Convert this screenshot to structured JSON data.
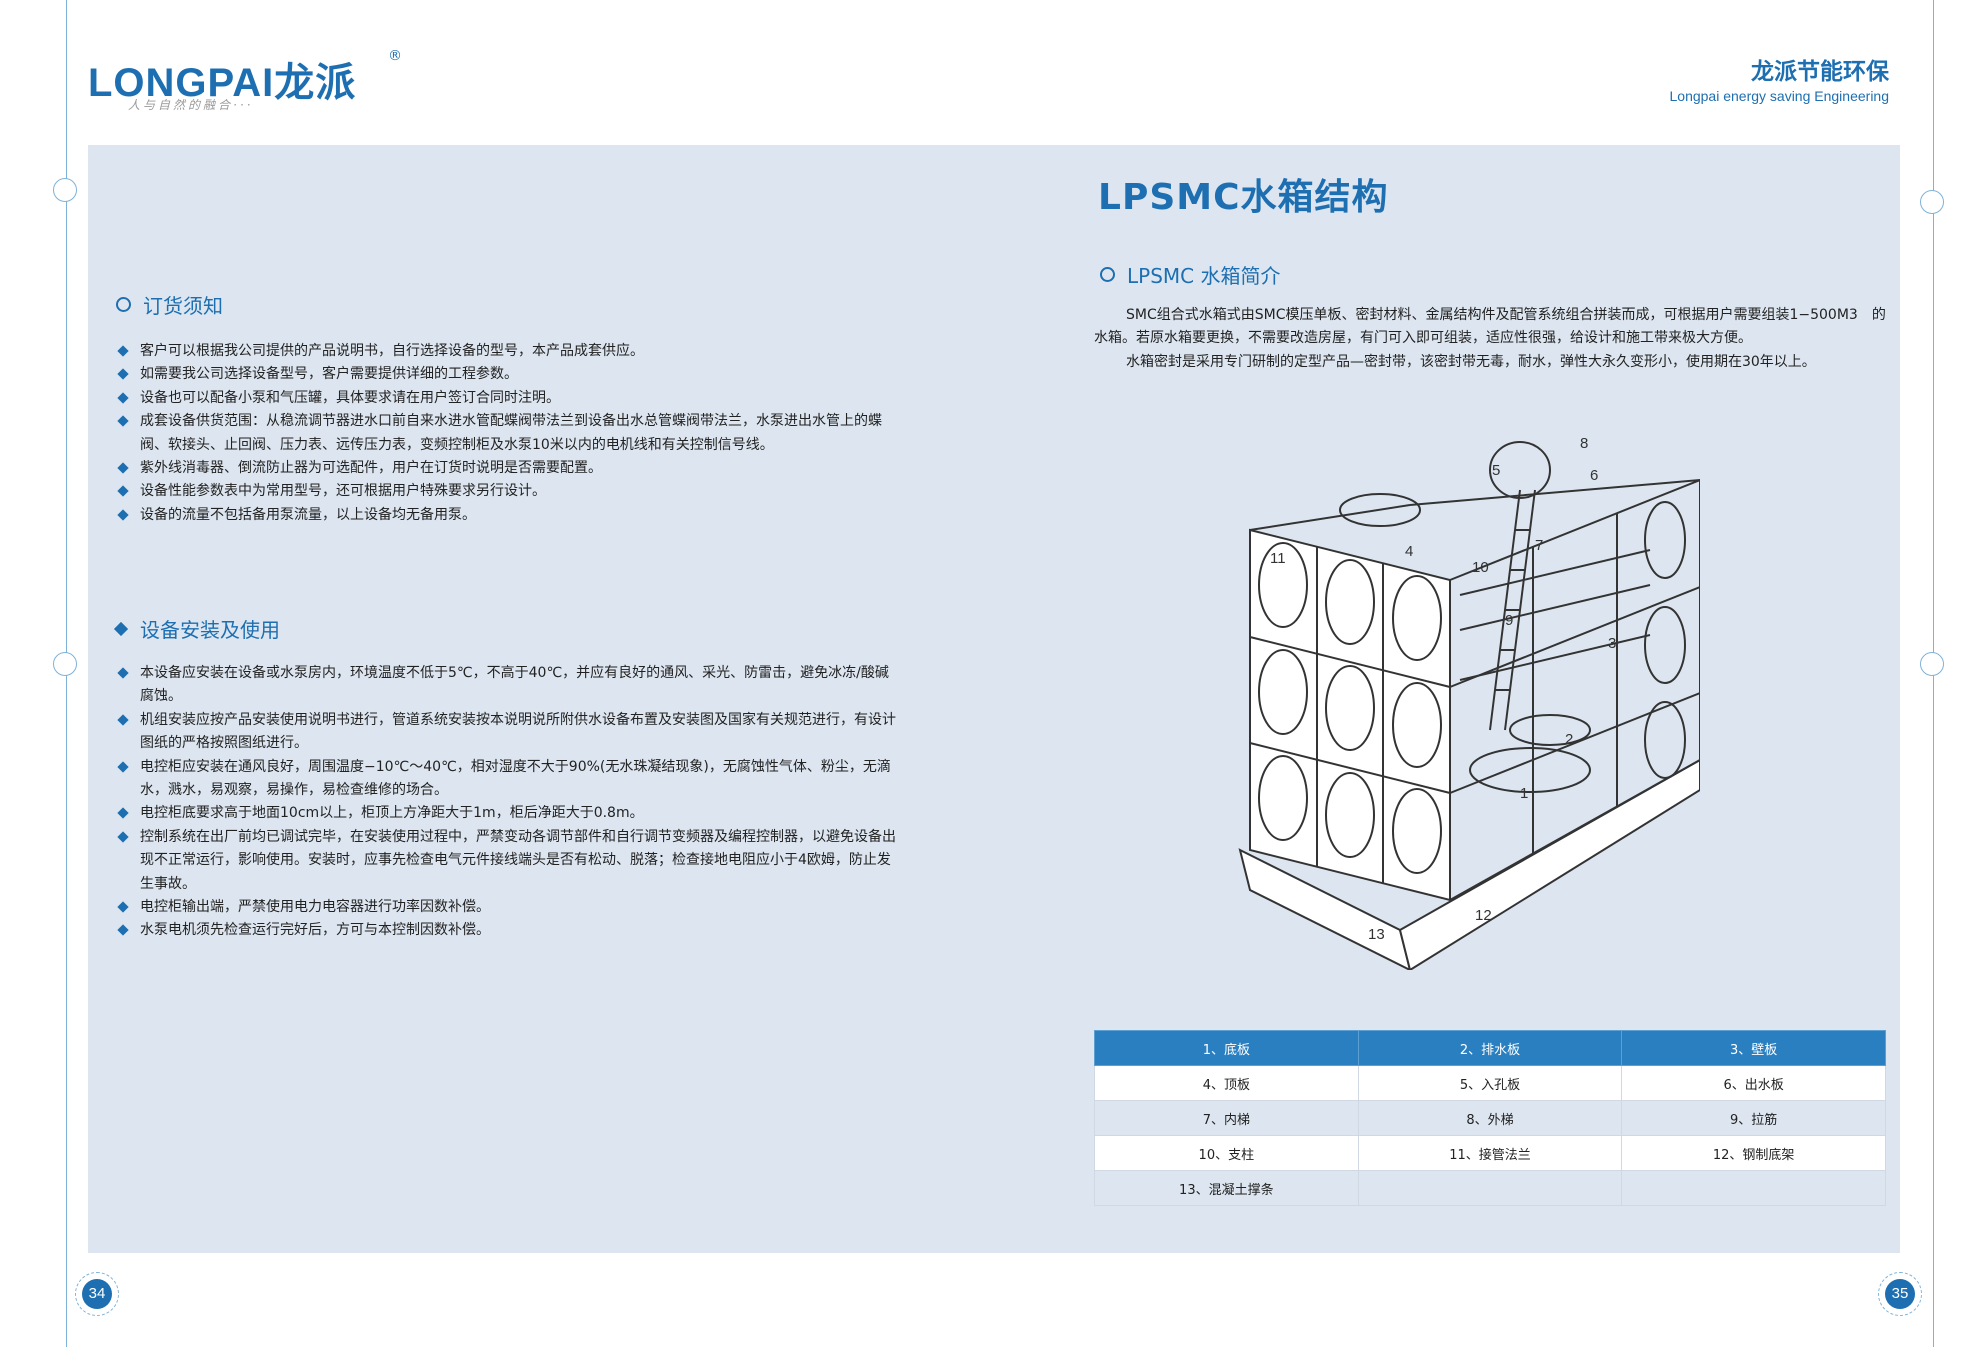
{
  "header": {
    "logo_text": "LONGPAI龙派",
    "logo_reg": "®",
    "slogan": "人与自然的融合···",
    "brand_cn": "龙派节能环保",
    "brand_en": "Longpai energy saving Engineering"
  },
  "left": {
    "ordering": {
      "title": "订货须知",
      "items": [
        "客户可以根据我公司提供的产品说明书，自行选择设备的型号，本产品成套供应。",
        "如需要我公司选择设备型号，客户需要提供详细的工程参数。",
        "设备也可以配备小泵和气压罐，具体要求请在用户签订合同时注明。",
        "成套设备供货范围：从稳流调节器进水口前自来水进水管配蝶阀带法兰到设备出水总管蝶阀带法兰，水泵进出水管上的蝶阀、软接头、止回阀、压力表、远传压力表，变频控制柜及水泵10米以内的电机线和有关控制信号线。",
        "紫外线消毒器、倒流防止器为可选配件，用户在订货时说明是否需要配置。",
        "设备性能参数表中为常用型号，还可根据用户特殊要求另行设计。",
        "设备的流量不包括备用泵流量，以上设备均无备用泵。"
      ]
    },
    "install": {
      "title": "设备安装及使用",
      "items": [
        "本设备应安装在设备或水泵房内，环境温度不低于5℃，不高于40℃，并应有良好的通风、采光、防雷击，避免冰冻/酸碱腐蚀。",
        "机组安装应按产品安装使用说明书进行，管道系统安装按本说明说所附供水设备布置及安装图及国家有关规范进行，有设计图纸的严格按照图纸进行。",
        "电控柜应安装在通风良好，周围温度−10℃～40℃，相对湿度不大于90%(无水珠凝结现象)，无腐蚀性气体、粉尘，无滴水，溅水，易观察，易操作，易检查维修的场合。",
        "电控柜底要求高于地面10cm以上，柜顶上方净距大于1m，柜后净距大于0.8m。",
        "控制系统在出厂前均已调试完毕，在安装使用过程中，严禁变动各调节部件和自行调节变频器及编程控制器，以避免设备出现不正常运行，影响使用。安装时，应事先检查电气元件接线端头是否有松动、脱落；检查接地电阻应小于4欧姆，防止发生事故。",
        "电控柜输出端，严禁使用电力电容器进行功率因数补偿。",
        "水泵电机须先检查运行完好后，方可与本控制因数补偿。"
      ]
    }
  },
  "right": {
    "title": "LPSMC水箱结构",
    "intro_title": "LPSMC 水箱简介",
    "intro_paragraphs": [
      "SMC组合式水箱式由SMC模压单板、密封材料、金属结构件及配管系统组合拼装而成，可根据用户需要组装1−500M3　的水箱。若原水箱要更换，不需要改造房屋，有门可入即可组装，适应性很强，给设计和施工带来极大方便。",
      "水箱密封是采用专门研制的定型产品—密封带，该密封带无毒，耐水，弹性大永久变形小，使用期在30年以上。"
    ],
    "diagram_labels": [
      "1",
      "2",
      "3",
      "4",
      "5",
      "6",
      "7",
      "8",
      "9",
      "10",
      "11",
      "12",
      "13"
    ],
    "parts_table": [
      [
        "1、底板",
        "2、排水板",
        "3、壁板"
      ],
      [
        "4、顶板",
        "5、入孔板",
        "6、出水板"
      ],
      [
        "7、内梯",
        "8、外梯",
        "9、拉筋"
      ],
      [
        "10、支柱",
        "11、接管法兰",
        "12、钢制底架"
      ],
      [
        "13、混凝土撑条",
        "",
        ""
      ]
    ]
  },
  "footer": {
    "page_left": "34",
    "page_right": "35"
  }
}
